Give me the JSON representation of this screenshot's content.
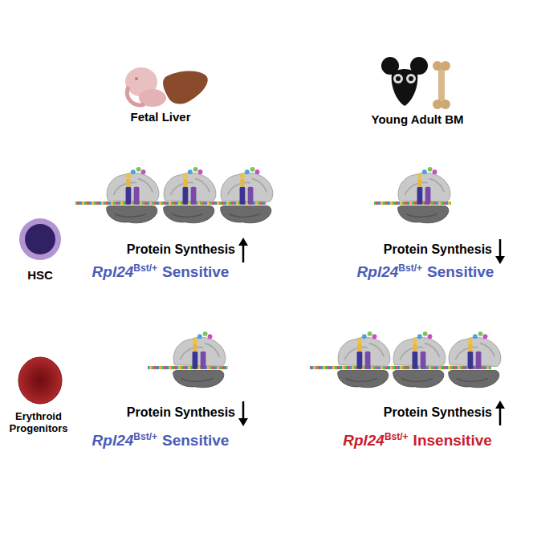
{
  "diagram": {
    "labels": [
      "Fetal Liver",
      "Young Adult BM",
      "HSC",
      "Protein Synthesis",
      "Rpl24",
      "Bst/+",
      "Sensitive",
      "Protein Synthesis",
      "Rpl24",
      "Bst/+",
      "Sensitive",
      "Erythroid Progenitors",
      "Protein Synthesis",
      "Rpl24",
      "Bst/+",
      "Sensitive",
      "Protein Synthesis",
      "Rpl24",
      "Bst/+",
      "Insensitive"
    ]
  }
}
